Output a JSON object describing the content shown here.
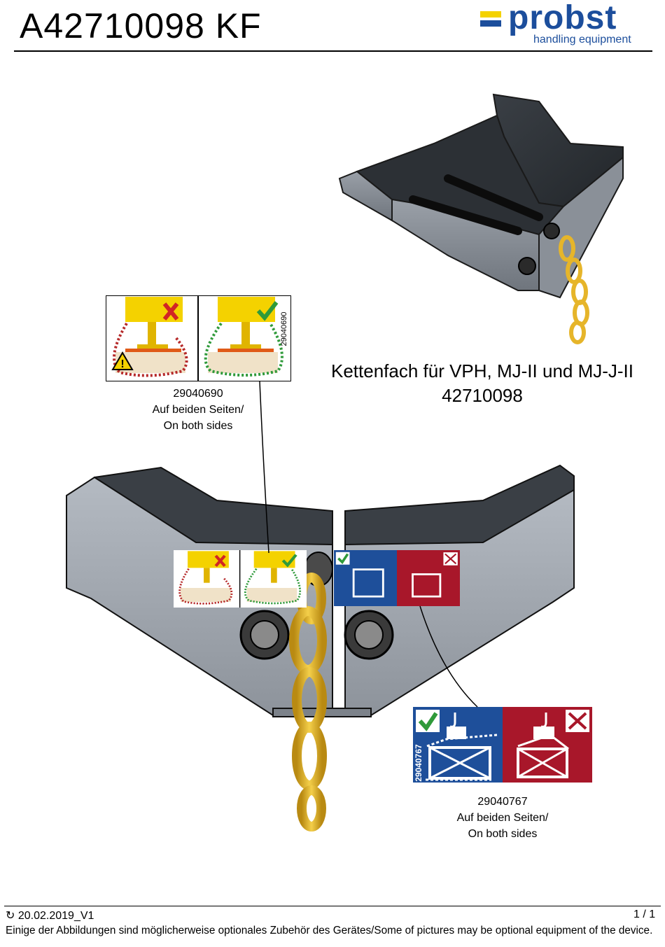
{
  "header": {
    "title": "A42710098 KF",
    "logo_word": "probst",
    "logo_subtitle": "handling equipment"
  },
  "product": {
    "title": "Kettenfach für VPH, MJ-II und MJ-J-II",
    "number": "42710098"
  },
  "labels": [
    {
      "id": "29040690",
      "code": "29040690",
      "placement": "Auf beiden Seiten/",
      "placement_en": "On both sides"
    },
    {
      "id": "29040767",
      "code": "29040767",
      "placement": "Auf beiden Seiten/",
      "placement_en": "On both sides"
    }
  ],
  "footer": {
    "revision_icon": "revision-icon",
    "revision": "20.02.2019_V1",
    "page": "1 / 1",
    "note": "Einige der Abbildungen sind möglicherweise optionales Zubehör des Gerätes/Some of pictures may be optional equipment of the device."
  },
  "colors": {
    "brand_blue": "#1c4e9c",
    "brand_yellow": "#f4d200",
    "label_blue": "#1e4f9a",
    "label_red": "#a8172a",
    "check_green": "#2f9a3a",
    "chain_gold": "#e6b52a"
  }
}
